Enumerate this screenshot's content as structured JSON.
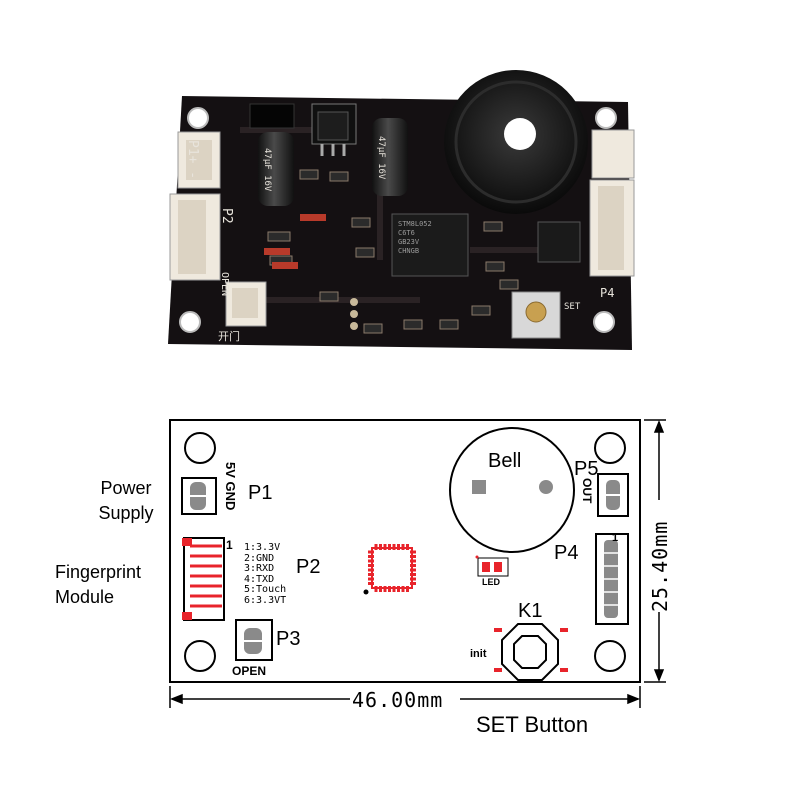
{
  "photo": {
    "silkscreen": {
      "p1": "P1+ -",
      "p2": "P2",
      "open": "OPEN",
      "kaimen": "开门",
      "cap_a": "47μF 16V",
      "cap_b": "47μF 16V",
      "chip": "STM8L052\nC6T6\nGB23V\nCHNGB",
      "set": "SET",
      "p4": "P4"
    }
  },
  "diagram": {
    "side_labels": {
      "power_supply": [
        "Power",
        "Supply"
      ],
      "fingerprint_module": [
        "Fingerprint",
        "Module"
      ],
      "set_button": "SET Button"
    },
    "connectors": {
      "p1": {
        "name": "P1",
        "pins": "5V GND"
      },
      "p2": {
        "name": "P2",
        "pin_one": "1",
        "pins": [
          "1:3.3V",
          "2:GND",
          "3:RXD",
          "4:TXD",
          "5:Touch",
          "6:3.3VT"
        ]
      },
      "p3": {
        "name": "P3",
        "label": "OPEN"
      },
      "p4": {
        "name": "P4",
        "pin_one": "1"
      },
      "p5": {
        "name": "P5",
        "label": "OUT"
      }
    },
    "bell_label": "Bell",
    "led_label": "LED",
    "button": {
      "name": "K1",
      "init_label": "init"
    },
    "dimensions": {
      "width": "46.00mm",
      "height": "25.40mm"
    }
  },
  "colors": {
    "pcb_black": "#141012",
    "connector_white": "#efe9de",
    "outline": "#000000",
    "red_parts": "#e8242b",
    "gray_pads": "#8a8a8a"
  }
}
